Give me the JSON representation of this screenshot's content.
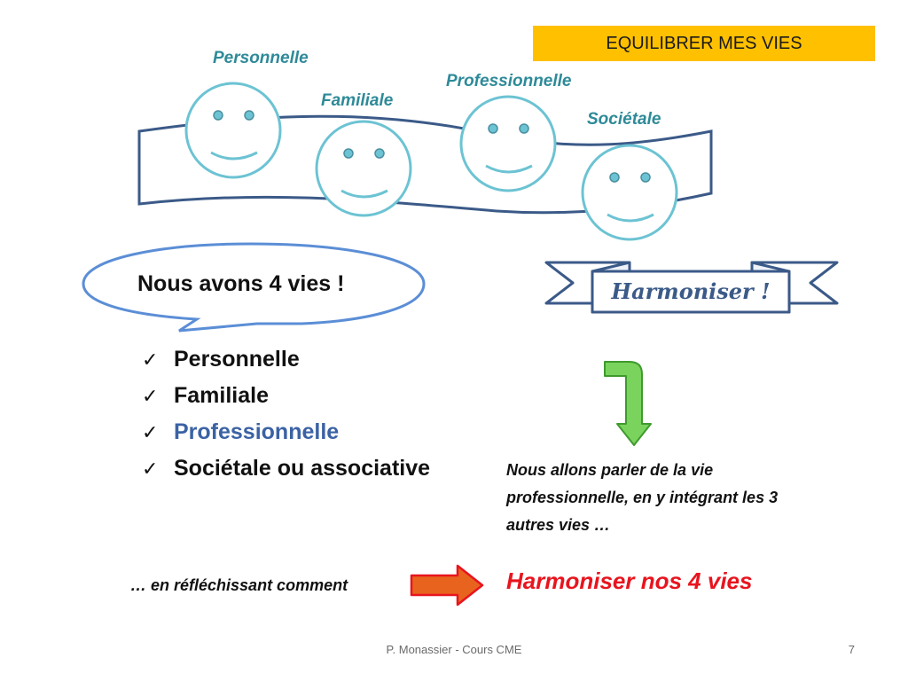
{
  "title": "EQUILIBRER MES VIES",
  "lives_labels": {
    "personnelle": "Personnelle",
    "familiale": "Familiale",
    "professionnelle": "Professionnelle",
    "societale": "Sociétale"
  },
  "bubble_text": "Nous avons 4 vies !",
  "list": [
    {
      "check": "✓",
      "text": "Personnelle"
    },
    {
      "check": "✓",
      "text": "Familiale"
    },
    {
      "check": "✓",
      "text": "Professionnelle"
    },
    {
      "check": "✓",
      "text": "Sociétale ou associative"
    }
  ],
  "banner_text": "Harmoniser !",
  "note": "Nous allons parler de la vie professionnelle, en y intégrant les 3 autres vies …",
  "harmoniser": "Harmoniser nos 4 vies",
  "reflect": "… en réfléchissant comment",
  "footer": "P. Monassier - Cours CME",
  "page_number": "7",
  "colors": {
    "title_bg": "#ffc000",
    "label_teal": "#2e8a98",
    "smiley_stroke": "#6cc3d3",
    "ribbon_stroke": "#3b5a88",
    "highlight_blue": "#3b62a4",
    "red": "#e8141e",
    "green_arrow": "#7ad35c",
    "orange_arrow": "#e8641e"
  },
  "icons": {
    "smiley": "smiley-face-icon",
    "check": "check-icon",
    "down_arrow": "bent-down-arrow-icon",
    "right_arrow": "right-arrow-icon"
  }
}
